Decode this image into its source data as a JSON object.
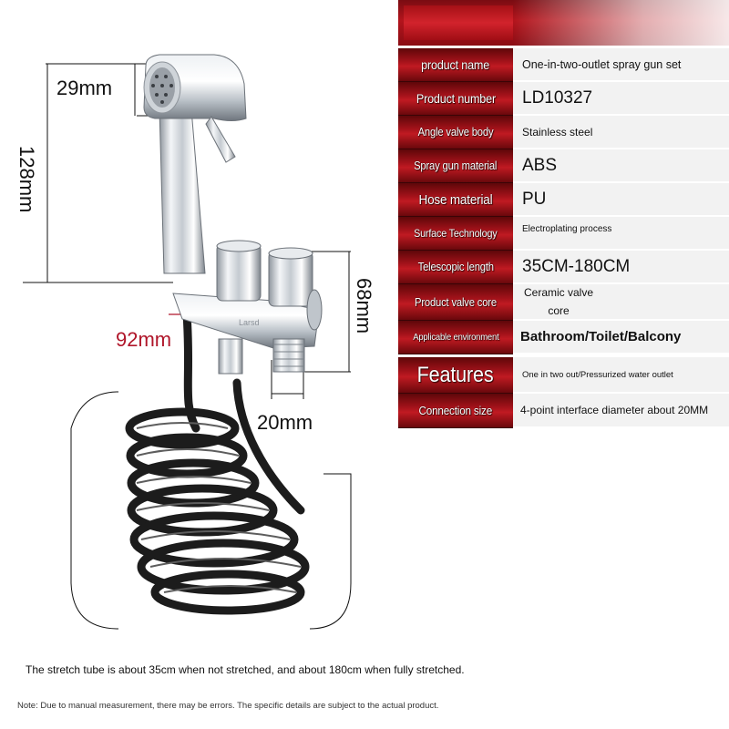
{
  "dimensions": {
    "spray_head_height": "29mm",
    "total_height": "128mm",
    "valve_height": "68mm",
    "valve_width": "92mm",
    "outlet_width": "20mm"
  },
  "brand_mark": "Larsd",
  "specs": [
    {
      "label": "product name",
      "value": "One-in-two-outlet spray gun set"
    },
    {
      "label": "Product number",
      "value": "LD10327"
    },
    {
      "label": "Angle valve body",
      "value": "Stainless steel"
    },
    {
      "label": "Spray gun material",
      "value": "ABS"
    },
    {
      "label": "Hose material",
      "value": "PU"
    },
    {
      "label": "Surface Technology",
      "value": "Electroplating process"
    },
    {
      "label": "Telescopic length",
      "value": "35CM-180CM"
    },
    {
      "label": "Product valve core",
      "value": "Ceramic valve core"
    },
    {
      "label": "Applicable environment",
      "value": "Bathroom/Toilet/Balcony"
    },
    {
      "label": "Features",
      "value": "One in two out/Pressurized water outlet"
    },
    {
      "label": "Connection size",
      "value": "4-point interface diameter about 20MM"
    }
  ],
  "notes": {
    "stretch": "The stretch tube is about 35cm when not stretched, and about 180cm when fully stretched.",
    "disclaimer": "Note: Due to manual measurement, there may be errors. The specific details are subject to the actual product."
  },
  "colors": {
    "label_red": "#a3121a",
    "dimension_red": "#b0162a",
    "value_bg": "#f2f2f2",
    "hose_black": "#1a1a1a",
    "chrome": "#d8dde3"
  }
}
